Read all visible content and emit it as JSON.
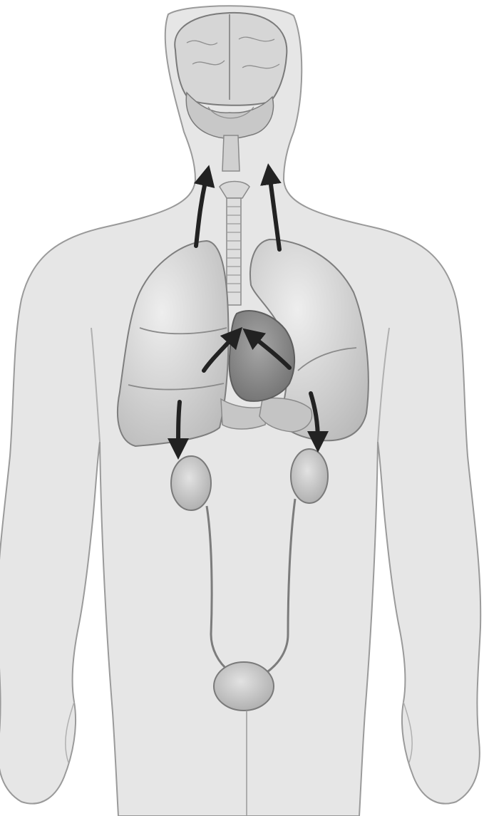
{
  "colors": {
    "background": "#ffffff",
    "skin": "#e6e6e6",
    "skin_outline": "#9a9a9a",
    "organ_light": "#d4d4d4",
    "organ_mid": "#bdbdbd",
    "heart": "#8f8f8f",
    "arrow": "#222222"
  },
  "organs": [
    {
      "name": "brain",
      "icon": "brain-icon"
    },
    {
      "name": "spinal-cord",
      "icon": "spinal-cord-icon"
    },
    {
      "name": "trachea",
      "icon": "trachea-icon"
    },
    {
      "name": "right-lung",
      "icon": "lung-icon"
    },
    {
      "name": "left-lung",
      "icon": "lung-icon"
    },
    {
      "name": "heart",
      "icon": "heart-icon"
    },
    {
      "name": "liver",
      "icon": "liver-icon"
    },
    {
      "name": "stomach",
      "icon": "stomach-icon"
    },
    {
      "name": "right-kidney",
      "icon": "kidney-icon"
    },
    {
      "name": "left-kidney",
      "icon": "kidney-icon"
    },
    {
      "name": "right-ureter",
      "icon": "ureter-icon"
    },
    {
      "name": "left-ureter",
      "icon": "ureter-icon"
    },
    {
      "name": "bladder",
      "icon": "bladder-icon"
    }
  ],
  "arrows": [
    {
      "name": "arrow-to-brain-left",
      "direction": "up"
    },
    {
      "name": "arrow-to-brain-right",
      "direction": "up"
    },
    {
      "name": "arrow-to-heart-left",
      "direction": "up-right"
    },
    {
      "name": "arrow-to-heart-right",
      "direction": "up-left"
    },
    {
      "name": "arrow-to-kidney-left",
      "direction": "down"
    },
    {
      "name": "arrow-to-kidney-right",
      "direction": "down"
    }
  ]
}
